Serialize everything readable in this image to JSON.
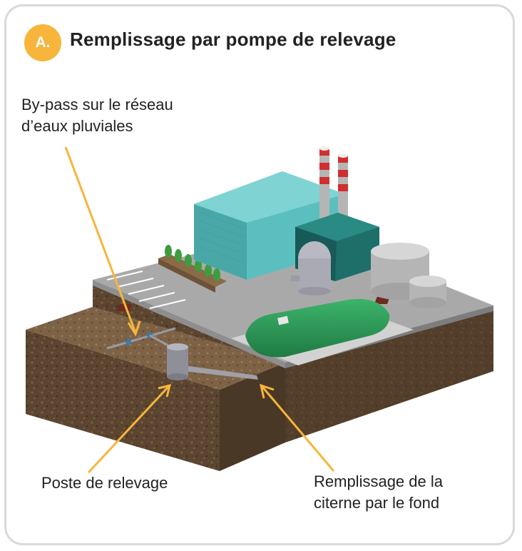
{
  "header": {
    "badge": "A.",
    "title": "Remplissage par pompe de relevage"
  },
  "labels": {
    "bypass": [
      "By-pass sur le réseau",
      "d’eaux pluviales"
    ],
    "poste": [
      "Poste de relevage"
    ],
    "fond": [
      "Remplissage de la",
      "citerne par le fond"
    ]
  },
  "colors": {
    "accent": "#f7b53b",
    "soil": "#5b4530",
    "ground": "#a8a8a8",
    "building": "#5bbfc0",
    "tank": "#2e9e5a"
  }
}
